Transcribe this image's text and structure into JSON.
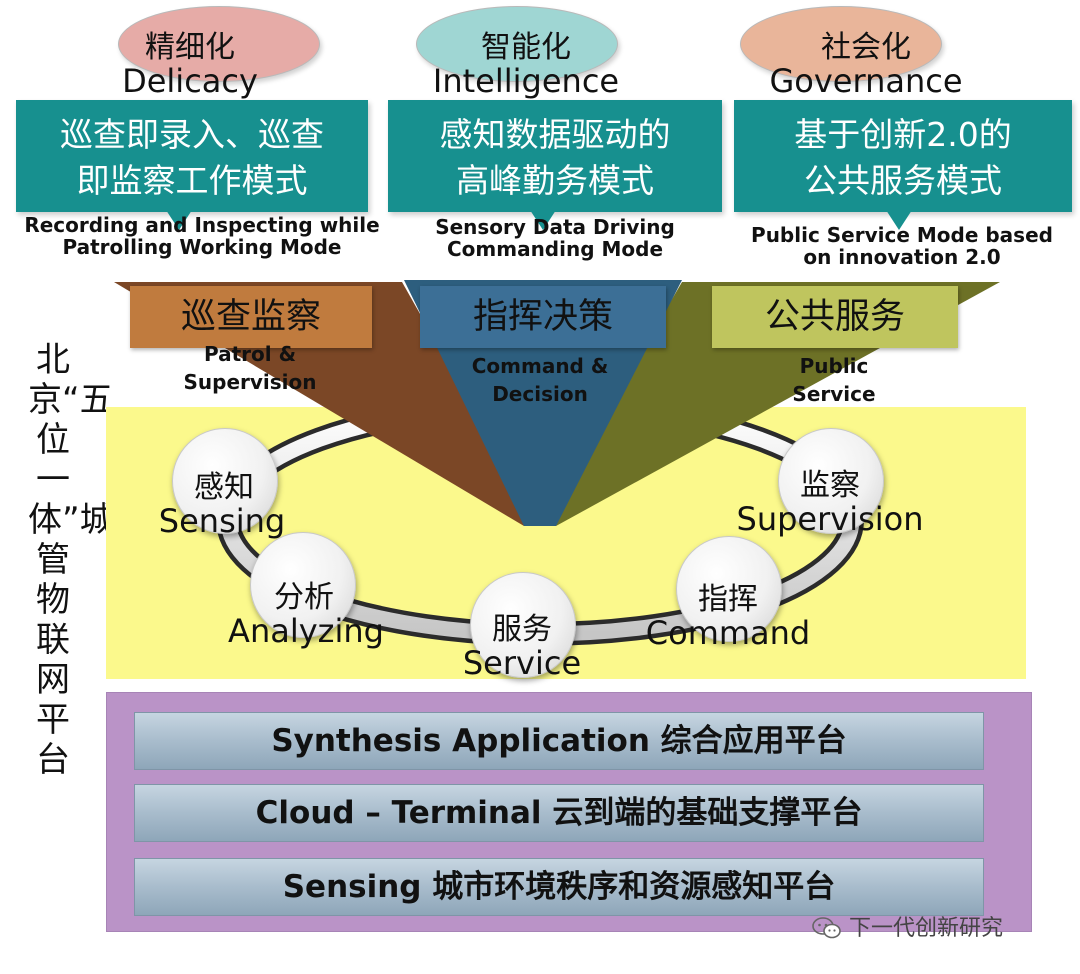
{
  "top_categories": [
    {
      "zh": "精细化",
      "en": "Delicacy",
      "color": "#e6aba7"
    },
    {
      "zh": "智能化",
      "en": "Intelligence",
      "color": "#9fd6d3"
    },
    {
      "zh": "社会化",
      "en": "Governance",
      "color": "#e9b59a"
    }
  ],
  "modes": [
    {
      "zh_line1": "巡查即录入、巡查",
      "zh_line2": "即监察工作模式",
      "en_line1": "Recording and Inspecting while",
      "en_line2": "Patrolling Working Mode"
    },
    {
      "zh_line1": "感知数据驱动的",
      "zh_line2": "高峰勤务模式",
      "en_line1": "Sensory Data Driving",
      "en_line2": "Commanding Mode"
    },
    {
      "zh_line1": "基于创新2.0的",
      "zh_line2": "公共服务模式",
      "en_line1": "Public Service Mode based",
      "en_line2": "on innovation 2.0"
    }
  ],
  "functions": [
    {
      "zh": "巡查监察",
      "en_line1": "Patrol &",
      "en_line2": "Supervision",
      "color": "#c07b3e",
      "wedge_color": "#7b4726"
    },
    {
      "zh": "指挥决策",
      "en_line1": "Command &",
      "en_line2": "Decision",
      "color": "#3c6f96",
      "wedge_color": "#2d5e7e"
    },
    {
      "zh": "公共服务",
      "en_line1": "Public",
      "en_line2": "Service",
      "color": "#bfc55e",
      "wedge_color": "#6d7126"
    }
  ],
  "cycle_nodes": [
    {
      "zh": "感知",
      "en": "Sensing"
    },
    {
      "zh": "分析",
      "en": "Analyzing"
    },
    {
      "zh": "服务",
      "en": "Service"
    },
    {
      "zh": "指挥",
      "en": "Command"
    },
    {
      "zh": "监察",
      "en": "Supervision"
    }
  ],
  "platforms": [
    "Synthesis Application 综合应用平台",
    "Cloud – Terminal 云到端的基础支撑平台",
    "Sensing 城市环境秩序和资源感知平台"
  ],
  "side_title": "北京“五位一体”城管物联网平台",
  "watermark": "下一代创新研究",
  "colors": {
    "teal": "#17908f",
    "yellow_panel": "#fbf98c",
    "purple_panel": "#ba93c7"
  }
}
